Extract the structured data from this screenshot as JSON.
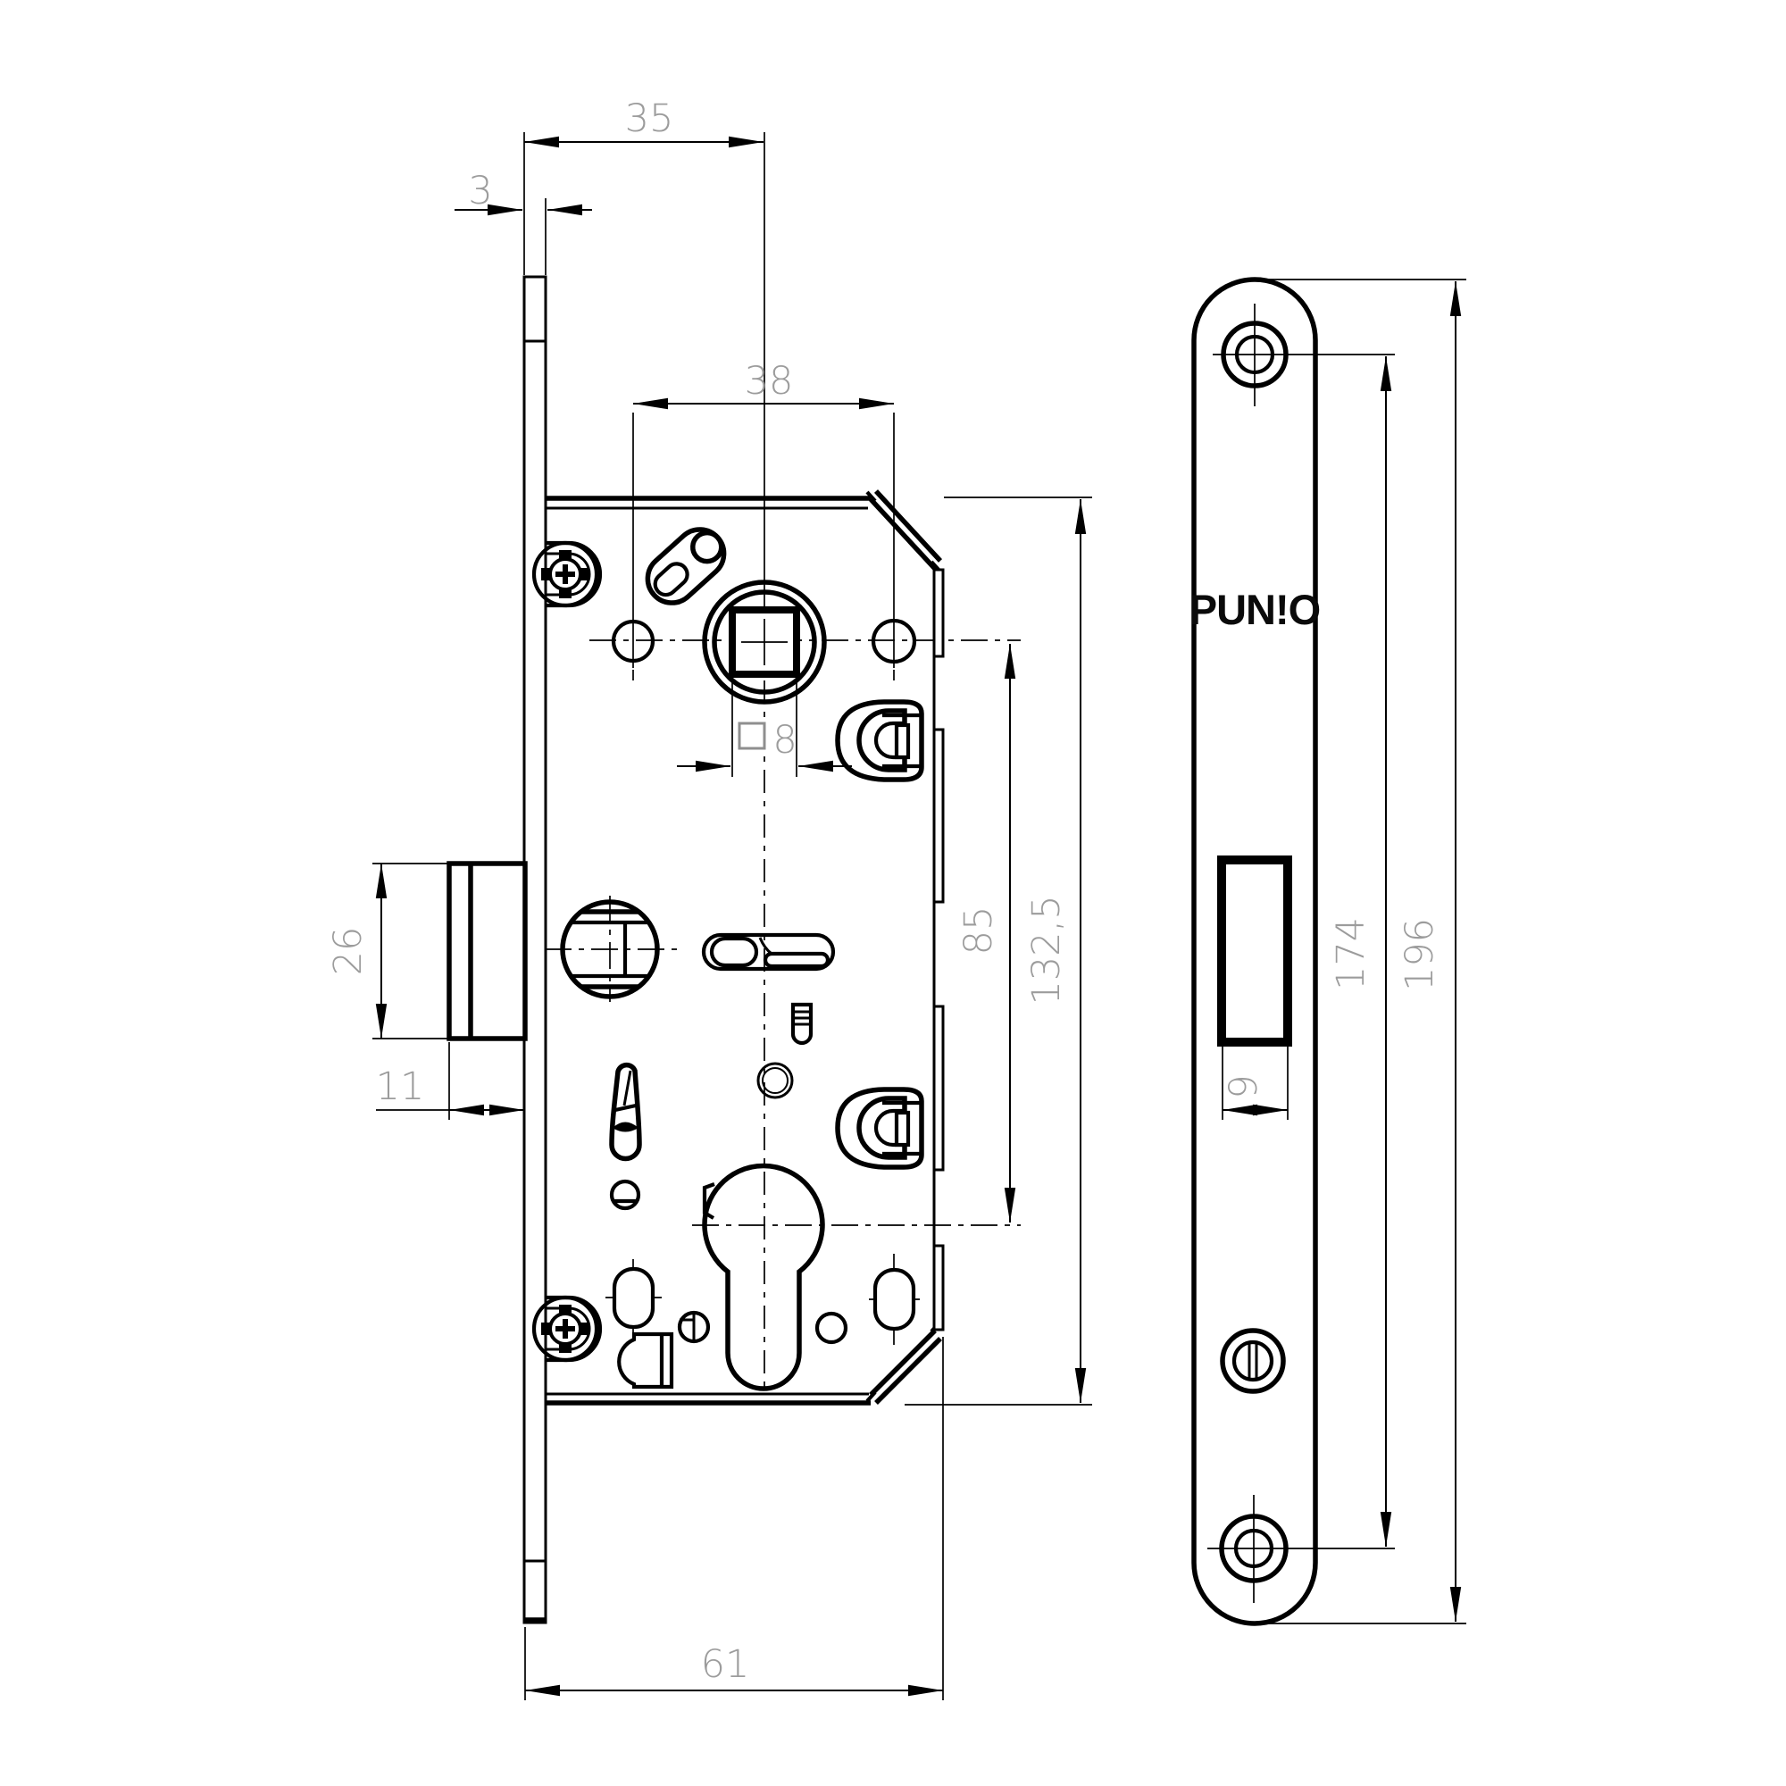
{
  "logo": {
    "brand": "PUN!O"
  },
  "dims": {
    "plate_thickness": "3",
    "top_backset": "35",
    "hole_spacing": "38",
    "square_spindle": "8",
    "latch_height": "26",
    "latch_protrusion": "11",
    "spindle_to_cylinder": "85",
    "case_height": "132,5",
    "case_depth": "61",
    "latch_slot_width": "9",
    "screw_spacing": "174",
    "faceplate_length": "196"
  }
}
